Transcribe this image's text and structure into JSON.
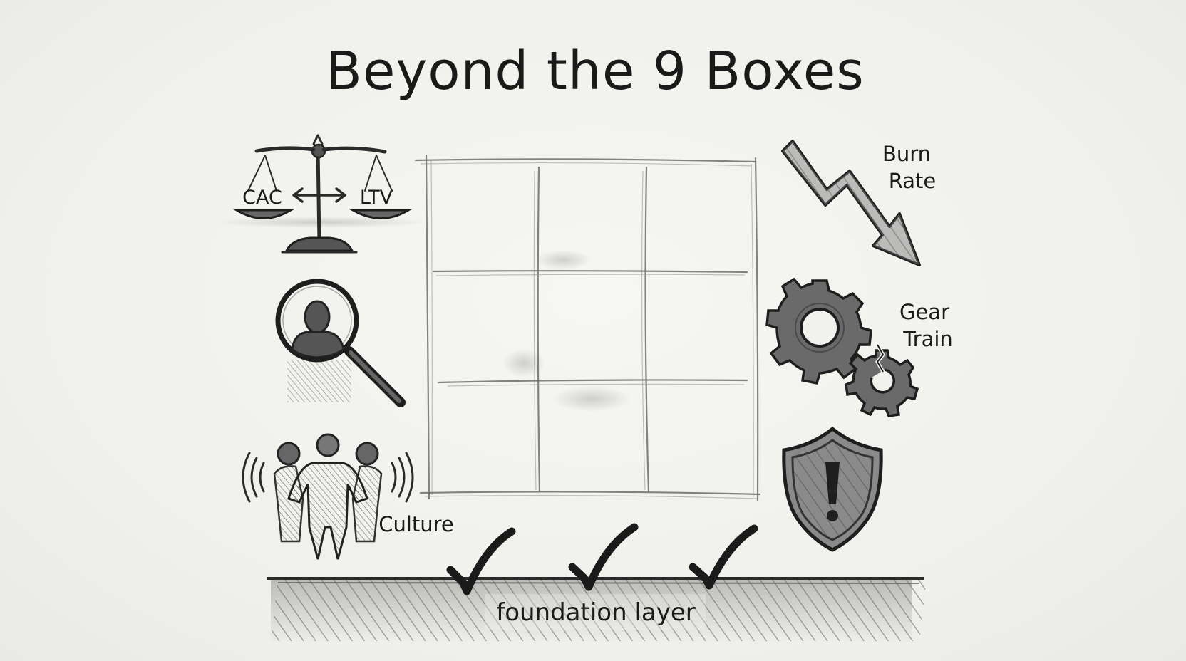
{
  "title": "Beyond the 9 Boxes",
  "grid": {
    "rows": 3,
    "cols": 3
  },
  "left_icons": {
    "scale": {
      "left_label": "CAC",
      "right_label": "LTV",
      "icon": "balance-scale-icon"
    },
    "magnifier": {
      "icon": "magnifier-person-icon"
    },
    "culture": {
      "label": "Culture",
      "icon": "people-group-icon"
    }
  },
  "right_icons": {
    "burn_rate": {
      "label_line1": "Burn",
      "label_line2": "Rate",
      "icon": "down-zigzag-arrow-icon"
    },
    "gear_train": {
      "label_line1": "Gear",
      "label_line2": "Train",
      "icon": "broken-gears-icon"
    },
    "risk": {
      "icon": "shield-exclamation-icon"
    }
  },
  "foundation": {
    "label": "foundation layer",
    "checkmarks": 3
  },
  "colors": {
    "paper": "#f1f1ee",
    "pencil": "#1a1a1a",
    "grid": "#6d6d6d"
  }
}
